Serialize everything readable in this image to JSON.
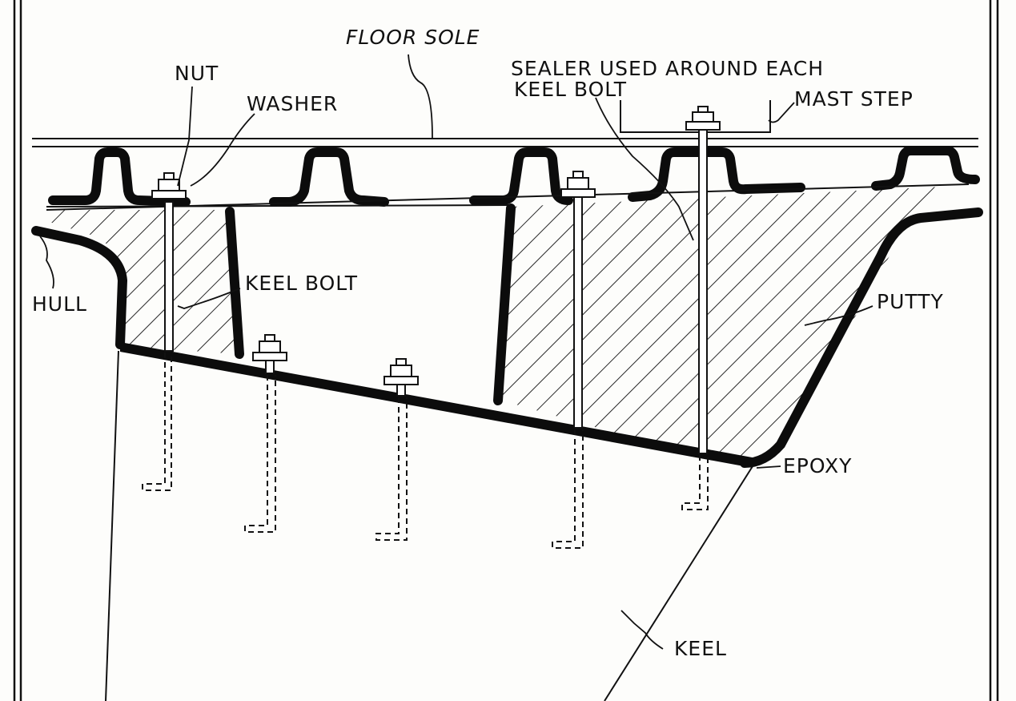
{
  "labels": {
    "floor_sole": "FLOOR SOLE",
    "nut": "NUT",
    "washer": "WASHER",
    "sealer_line1": "SEALER USED AROUND EACH",
    "sealer_line2": "KEEL BOLT",
    "mast_step": "MAST STEP",
    "hull": "HULL",
    "keel_bolt": "KEEL BOLT",
    "putty": "PUTTY",
    "epoxy": "EPOXY",
    "keel": "KEEL"
  },
  "colors": {
    "ink": "#111111",
    "paper": "#fdfdfb"
  }
}
